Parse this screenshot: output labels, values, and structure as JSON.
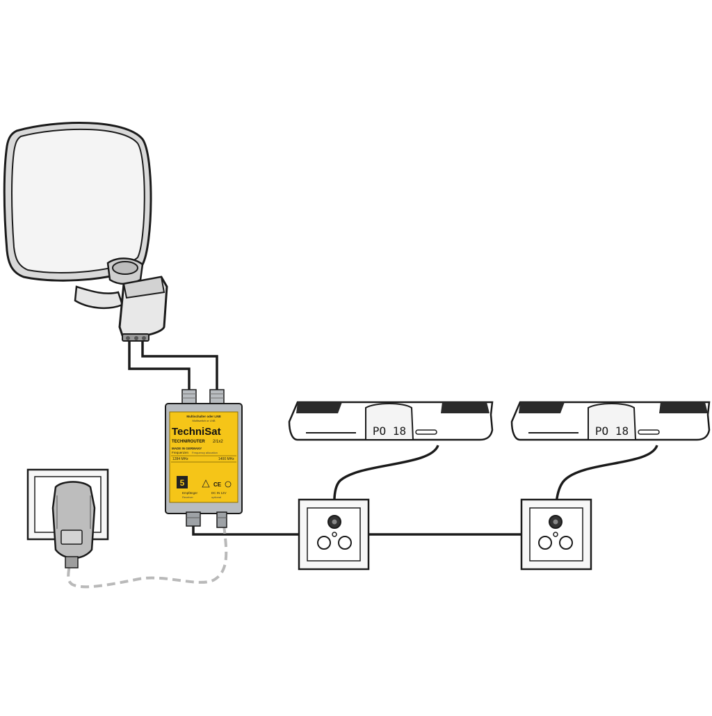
{
  "router": {
    "brand": "TechniSat",
    "model": "TECHNIROUTER",
    "model_suffix": "2/1x2",
    "input_label": "Multischalter oder LNB",
    "input_label_en": "Multiswitch or LNB",
    "made_in": "MADE IN GERMANY",
    "freq_label": "Frequenzen",
    "freq_label_en": "Frequency allocation",
    "freq_1": "1284 MHz",
    "freq_2": "1400 MHz",
    "output_label": "Empfänger",
    "output_label_en": "Receiver",
    "power_label": "DC IN 12V",
    "power_label_en": "optional",
    "ce_mark": "CE"
  },
  "receivers": [
    {
      "display": "PO 18"
    },
    {
      "display": "PO 18"
    }
  ],
  "colors": {
    "line": "#1a1a1a",
    "router_yellow": "#f5c518",
    "metal": "#b8bcc0",
    "dash_cable": "#b9b9b9",
    "device_fill": "#ffffff"
  },
  "icons": [
    "satellite-dish-icon",
    "lnb-icon",
    "power-adapter-icon",
    "wall-socket-icon",
    "set-top-box-icon",
    "antenna-wall-outlet-icon"
  ]
}
